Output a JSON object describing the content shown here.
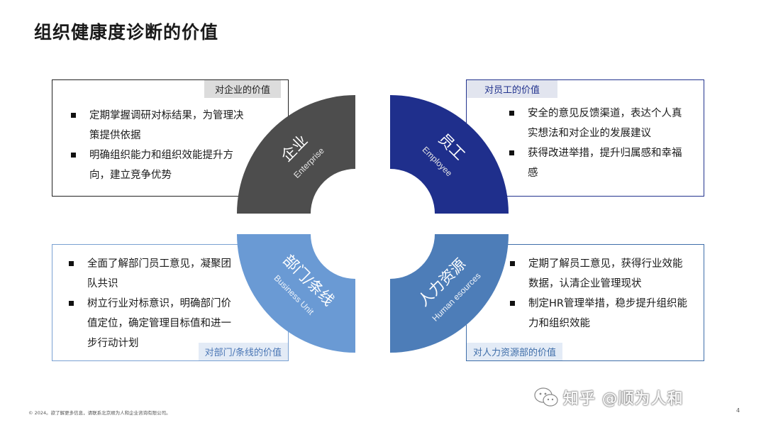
{
  "page": {
    "title": "组织健康度诊断的价值"
  },
  "wheel": {
    "enterprise": {
      "cn": "企业",
      "en": "Enterprise",
      "color": "#4d4d4d"
    },
    "employee": {
      "cn": "员工",
      "en": "Employee",
      "color": "#1f2f8c"
    },
    "business_unit": {
      "cn": "部门/条线",
      "en": "Business Unit",
      "color": "#6a9ad4"
    },
    "hr": {
      "cn": "人力资源",
      "en": "Human esources",
      "color": "#4d7db8"
    }
  },
  "panels": {
    "enterprise": {
      "tag": "对企业的价值",
      "items": [
        "定期掌握调研对标结果，为管理决策提供依据",
        "明确组织能力和组织效能提升方向，建立竞争优势"
      ]
    },
    "employee": {
      "tag": "对员工的价值",
      "items": [
        "安全的意见反馈渠道，表达个人真实想法和对企业的发展建议",
        "获得改进举措，提升归属感和幸福感"
      ]
    },
    "business_unit": {
      "tag": "对部门/条线的价值",
      "items": [
        "全面了解部门员工意见，凝聚团队共识",
        "树立行业对标意识，明确部门价值定位，确定管理目标值和进一步行动计划"
      ]
    },
    "hr": {
      "tag": "对人力资源部的价值",
      "items": [
        "定期了解员工意见，获得行业效能数据，认清企业管理现状",
        "制定HR管理举措，稳步提升组织能力和组织效能"
      ]
    }
  },
  "footer": {
    "text": "© 2024。欲了解更多信息，请联系北京顺为人和企业咨询有限公司。",
    "page_number": "4"
  },
  "watermark": {
    "text": "知乎 @顺为人和"
  }
}
